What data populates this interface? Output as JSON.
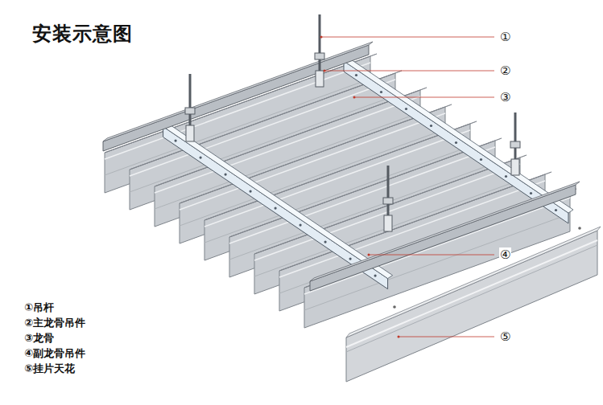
{
  "diagram": {
    "title": "安装示意图",
    "labels": [
      "①",
      "②",
      "③",
      "④",
      "⑤",
      "①吊杆",
      "②主龙骨吊件",
      "③龙骨",
      "④副龙骨吊件",
      "⑤挂片天花"
    ]
  }
}
